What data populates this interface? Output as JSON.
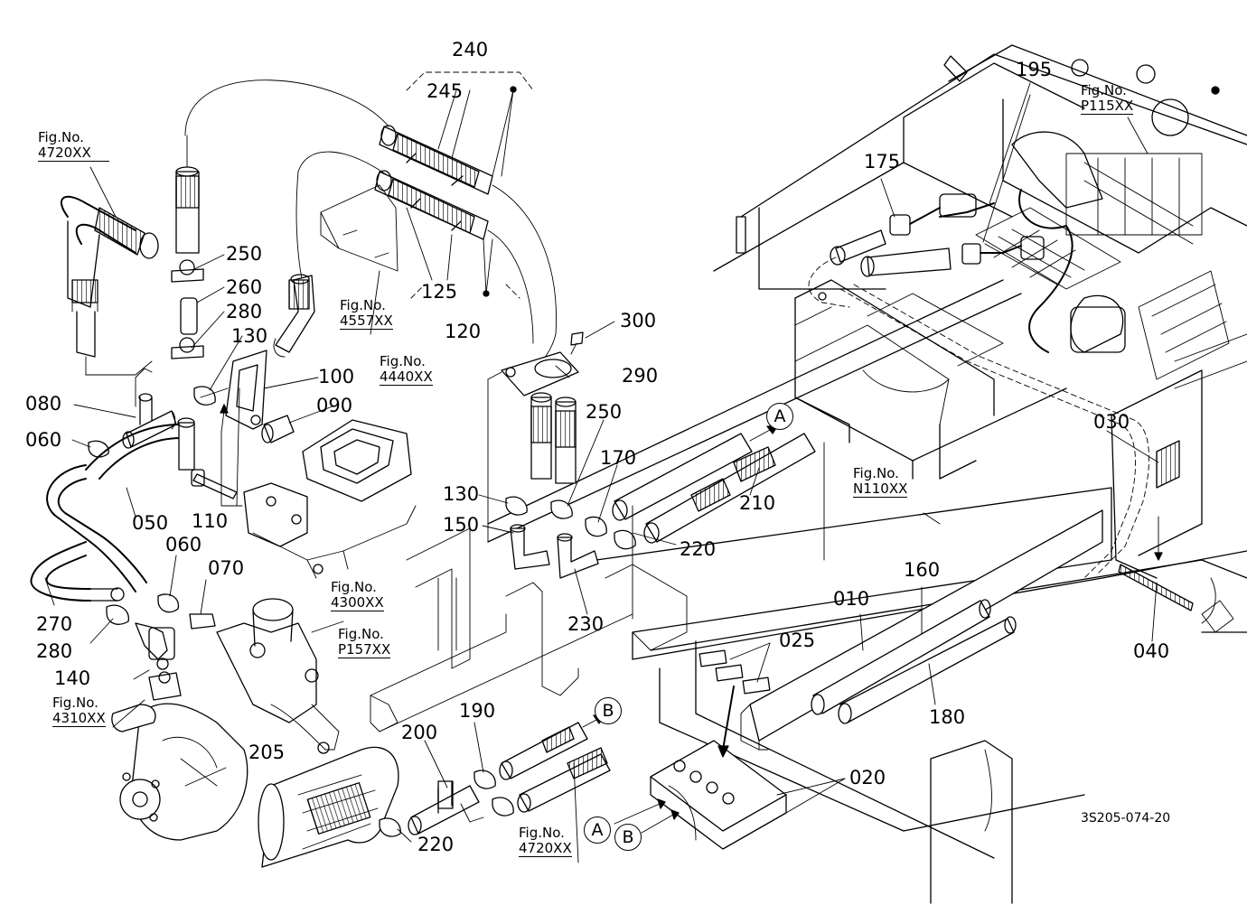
{
  "diagram": {
    "drawing_code": "3S205-074-20",
    "connector_markers": [
      "A",
      "B"
    ],
    "part_callouts": [
      {
        "id": "240",
        "text": "240"
      },
      {
        "id": "245",
        "text": "245"
      },
      {
        "id": "250a",
        "text": "250"
      },
      {
        "id": "260",
        "text": "260"
      },
      {
        "id": "280a",
        "text": "280"
      },
      {
        "id": "130a",
        "text": "130"
      },
      {
        "id": "100",
        "text": "100"
      },
      {
        "id": "090",
        "text": "090"
      },
      {
        "id": "080",
        "text": "080"
      },
      {
        "id": "060a",
        "text": "060"
      },
      {
        "id": "110",
        "text": "110"
      },
      {
        "id": "050",
        "text": "050"
      },
      {
        "id": "060b",
        "text": "060"
      },
      {
        "id": "070",
        "text": "070"
      },
      {
        "id": "270",
        "text": "270"
      },
      {
        "id": "280b",
        "text": "280"
      },
      {
        "id": "140",
        "text": "140"
      },
      {
        "id": "125",
        "text": "125"
      },
      {
        "id": "120",
        "text": "120"
      },
      {
        "id": "300",
        "text": "300"
      },
      {
        "id": "290",
        "text": "290"
      },
      {
        "id": "250b",
        "text": "250"
      },
      {
        "id": "170",
        "text": "170"
      },
      {
        "id": "130b",
        "text": "130"
      },
      {
        "id": "150",
        "text": "150"
      },
      {
        "id": "210",
        "text": "210"
      },
      {
        "id": "220a",
        "text": "220"
      },
      {
        "id": "230",
        "text": "230"
      },
      {
        "id": "195",
        "text": "195"
      },
      {
        "id": "175",
        "text": "175"
      },
      {
        "id": "030",
        "text": "030"
      },
      {
        "id": "160",
        "text": "160"
      },
      {
        "id": "010",
        "text": "010"
      },
      {
        "id": "025",
        "text": "025"
      },
      {
        "id": "040",
        "text": "040"
      },
      {
        "id": "180",
        "text": "180"
      },
      {
        "id": "020",
        "text": "020"
      },
      {
        "id": "205",
        "text": "205"
      },
      {
        "id": "200",
        "text": "200"
      },
      {
        "id": "190",
        "text": "190"
      },
      {
        "id": "220b",
        "text": "220"
      }
    ],
    "figure_refs": [
      {
        "id": "4720a",
        "label": "Fig.No.",
        "number": "4720XX"
      },
      {
        "id": "4557",
        "label": "Fig.No.",
        "number": "4557XX"
      },
      {
        "id": "4440",
        "label": "Fig.No.",
        "number": "4440XX"
      },
      {
        "id": "4300",
        "label": "Fig.No.",
        "number": "4300XX"
      },
      {
        "id": "P157",
        "label": "Fig.No.",
        "number": "P157XX"
      },
      {
        "id": "4310",
        "label": "Fig.No.",
        "number": "4310XX"
      },
      {
        "id": "P115",
        "label": "Fig.No.",
        "number": "P115XX"
      },
      {
        "id": "N110",
        "label": "Fig.No.",
        "number": "N110XX"
      },
      {
        "id": "4720b",
        "label": "Fig.No.",
        "number": "4720XX"
      }
    ]
  }
}
